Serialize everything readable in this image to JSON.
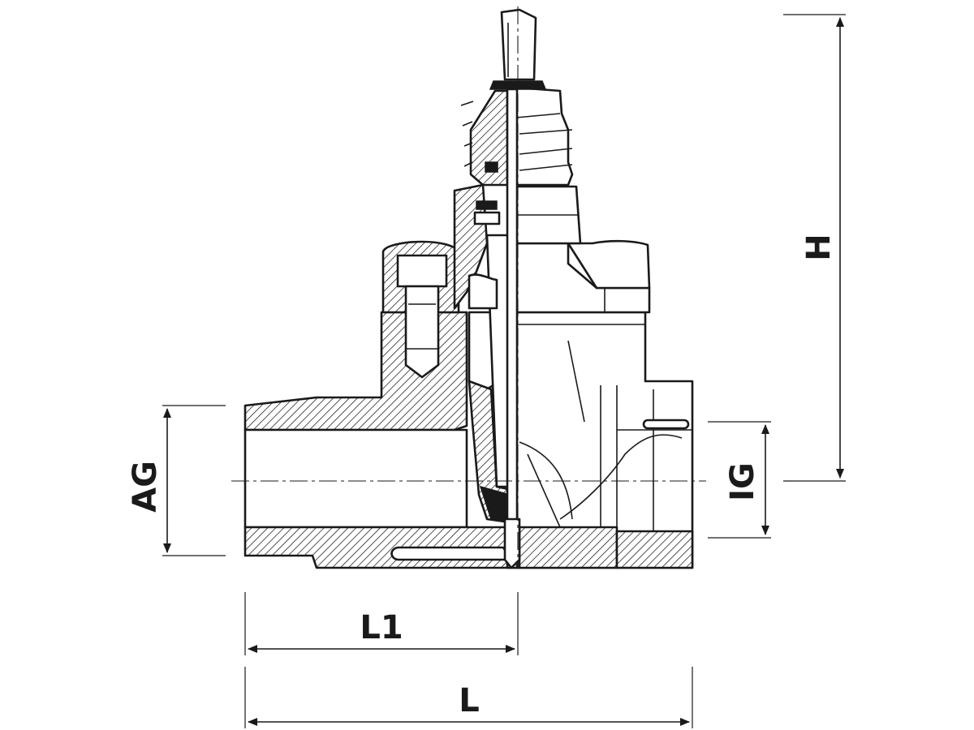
{
  "diagram": {
    "labels": {
      "h": "H",
      "ag": "AG",
      "ig": "IG",
      "l1": "L1",
      "l": "L"
    }
  }
}
